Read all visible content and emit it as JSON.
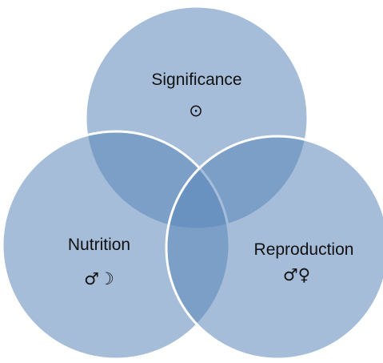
{
  "diagram": {
    "type": "venn",
    "colors": {
      "fill": "#5b86b9",
      "stroke": "#ffffff"
    },
    "circles": [
      {
        "id": "top",
        "label": "Significance",
        "symbols": "⊙"
      },
      {
        "id": "left",
        "label": "Nutrition",
        "symbols": "♂☽"
      },
      {
        "id": "right",
        "label": "Reproduction",
        "symbols": "♂♀"
      }
    ]
  }
}
